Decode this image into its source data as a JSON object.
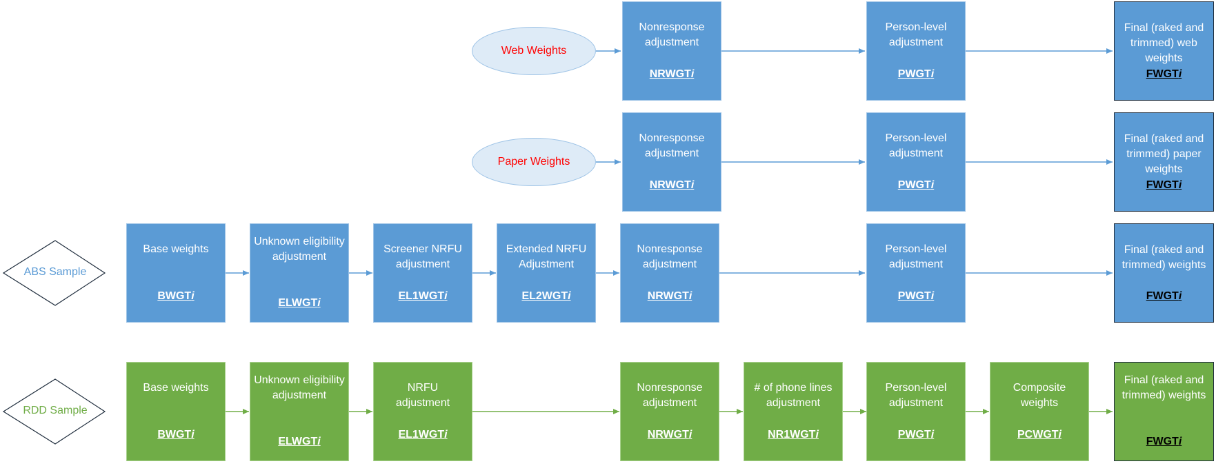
{
  "colors": {
    "blue": "#5b9bd5",
    "green": "#70ad47",
    "ellipse_fill": "#deebf7",
    "ellipse_text": "#ff0000",
    "arrow_blue": "#5b9bd5",
    "arrow_green": "#70ad47"
  },
  "sources": {
    "web": "Web Weights",
    "paper": "Paper Weights",
    "abs": "ABS Sample",
    "rdd": "RDD Sample"
  },
  "web_row": {
    "nonresponse": {
      "label": "Nonresponse adjustment",
      "code": "NRWGT",
      "suffix": "i"
    },
    "person": {
      "label": "Person-level adjustment",
      "code": "PWGT",
      "suffix": "i"
    },
    "final": {
      "label": "Final (raked and trimmed) web weights",
      "code": "FWGT",
      "suffix": "i"
    }
  },
  "paper_row": {
    "nonresponse": {
      "label": "Nonresponse adjustment",
      "code": "NRWGT",
      "suffix": "i"
    },
    "person": {
      "label": "Person-level adjustment",
      "code": "PWGT",
      "suffix": "i"
    },
    "final": {
      "label": "Final (raked and trimmed) paper weights",
      "code": "FWGT",
      "suffix": "i"
    }
  },
  "abs_row": {
    "base": {
      "label": "Base weights",
      "code": "BWGT",
      "suffix": "i"
    },
    "unknown": {
      "label": "Unknown eligibility adjustment",
      "code": "ELWGT",
      "suffix": "i"
    },
    "screener": {
      "label": "Screener NRFU adjustment",
      "code": "EL1WGT",
      "suffix": "i"
    },
    "extended": {
      "label": "Extended NRFU Adjustment",
      "code": "EL2WGT",
      "suffix": "i"
    },
    "nonresponse": {
      "label": "Nonresponse adjustment",
      "code": "NRWGT",
      "suffix": "i"
    },
    "person": {
      "label": "Person-level adjustment",
      "code": "PWGT",
      "suffix": "i"
    },
    "final": {
      "label": "Final (raked and trimmed) weights",
      "code": "FWGT",
      "suffix": "i"
    }
  },
  "rdd_row": {
    "base": {
      "label": "Base weights",
      "code": "BWGT",
      "suffix": "i"
    },
    "unknown": {
      "label": "Unknown eligibility adjustment",
      "code": "ELWGT",
      "suffix": "i"
    },
    "nrfu": {
      "label": "NRFU adjustment",
      "code": "EL1WGT",
      "suffix": "i"
    },
    "nonresponse": {
      "label": "Nonresponse adjustment",
      "code": "NRWGT",
      "suffix": "i"
    },
    "phone": {
      "label": "# of phone lines adjustment",
      "code": "NR1WGT",
      "suffix": "i"
    },
    "person": {
      "label": "Person-level adjustment",
      "code": "PWGT",
      "suffix": "i"
    },
    "composite": {
      "label": "Composite weights",
      "code": "PCWGT",
      "suffix": "i"
    },
    "final": {
      "label": "Final (raked and trimmed) weights",
      "code": "FWGT",
      "suffix": "i"
    }
  }
}
